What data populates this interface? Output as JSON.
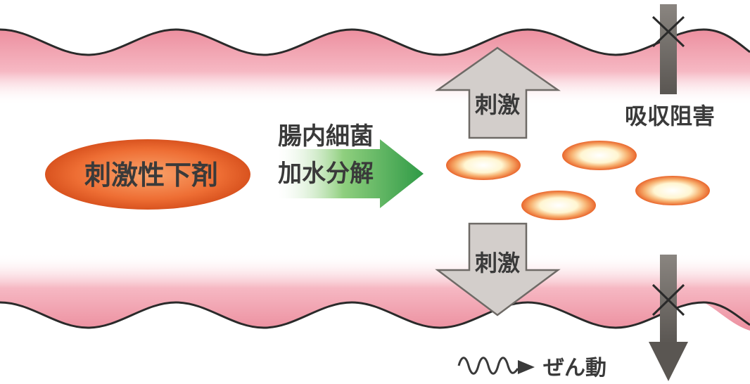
{
  "labels": {
    "laxative": "刺激性下剤",
    "process_line1": "腸内細菌",
    "process_line2": "加水分解",
    "stimulus_up": "刺激",
    "stimulus_down": "刺激",
    "absorption_block": "吸収阻害",
    "peristalsis": "ぜん動"
  },
  "colors": {
    "intestine_wall": "#f29fae",
    "intestine_edge": "#2a2a2a",
    "laxative_fill": "#e8602c",
    "process_arrow": "#35a04a",
    "stimulus_arrow": "#cfcac7",
    "absorption_arrow": "#6e6a66",
    "particle_outer": "#ef7a3a",
    "particle_inner": "#fffbe0"
  },
  "icons": {
    "block_mark": "x-mark-icon",
    "wave": "wave-arrow-icon"
  }
}
